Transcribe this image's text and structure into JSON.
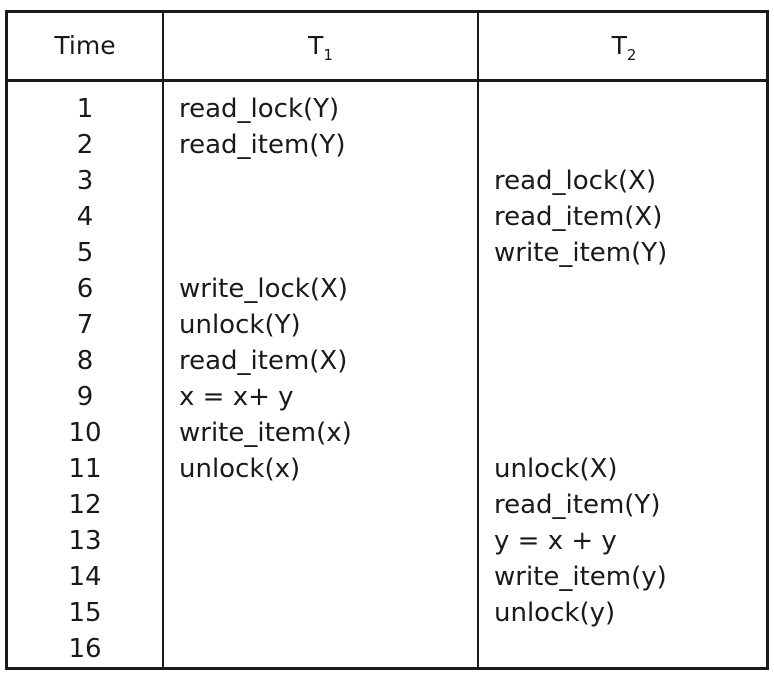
{
  "table": {
    "headers": {
      "time": "Time",
      "t1": "T",
      "t1_sub": "1",
      "t2": "T",
      "t2_sub": "2"
    },
    "rows": [
      {
        "time": "1",
        "t1": "read_lock(Y)",
        "t2": ""
      },
      {
        "time": "2",
        "t1": "read_item(Y)",
        "t2": ""
      },
      {
        "time": "3",
        "t1": "",
        "t2": "read_lock(X)"
      },
      {
        "time": "4",
        "t1": "",
        "t2": "read_item(X)"
      },
      {
        "time": "5",
        "t1": "",
        "t2": "write_item(Y)"
      },
      {
        "time": "6",
        "t1": "write_lock(X)",
        "t2": ""
      },
      {
        "time": "7",
        "t1": "unlock(Y)",
        "t2": ""
      },
      {
        "time": "8",
        "t1": "read_item(X)",
        "t2": ""
      },
      {
        "time": "9",
        "t1": "x = x+ y",
        "t2": ""
      },
      {
        "time": "10",
        "t1": "write_item(x)",
        "t2": ""
      },
      {
        "time": "11",
        "t1": "unlock(x)",
        "t2": "unlock(X)"
      },
      {
        "time": "12",
        "t1": "",
        "t2": "read_item(Y)"
      },
      {
        "time": "13",
        "t1": "",
        "t2": "y = x + y"
      },
      {
        "time": "14",
        "t1": "",
        "t2": "write_item(y)"
      },
      {
        "time": "15",
        "t1": "",
        "t2": "unlock(y)"
      },
      {
        "time": "16",
        "t1": "",
        "t2": ""
      }
    ]
  }
}
